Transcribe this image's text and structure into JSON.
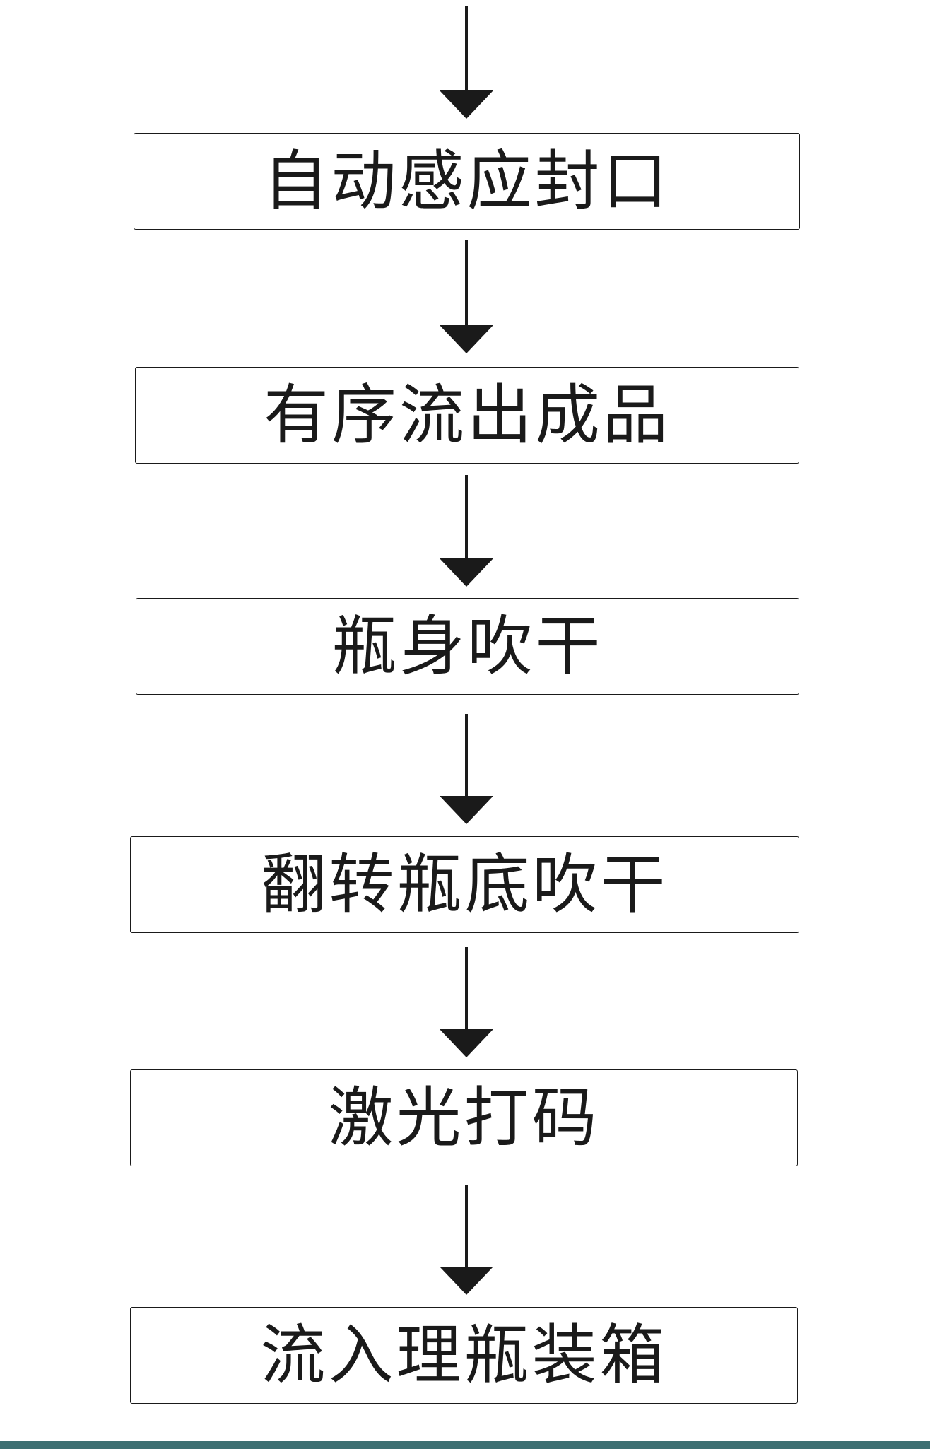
{
  "diagram": {
    "type": "flowchart",
    "direction": "top-to-bottom",
    "steps": [
      {
        "label": "自动感应封口"
      },
      {
        "label": "有序流出成品"
      },
      {
        "label": "瓶身吹干"
      },
      {
        "label": "翻转瓶底吹干"
      },
      {
        "label": "激光打码"
      },
      {
        "label": "流入理瓶装箱"
      }
    ],
    "colors": {
      "line": "#1a1a1a",
      "background": "#ffffff",
      "bottom_band": "#3d6f72"
    }
  }
}
